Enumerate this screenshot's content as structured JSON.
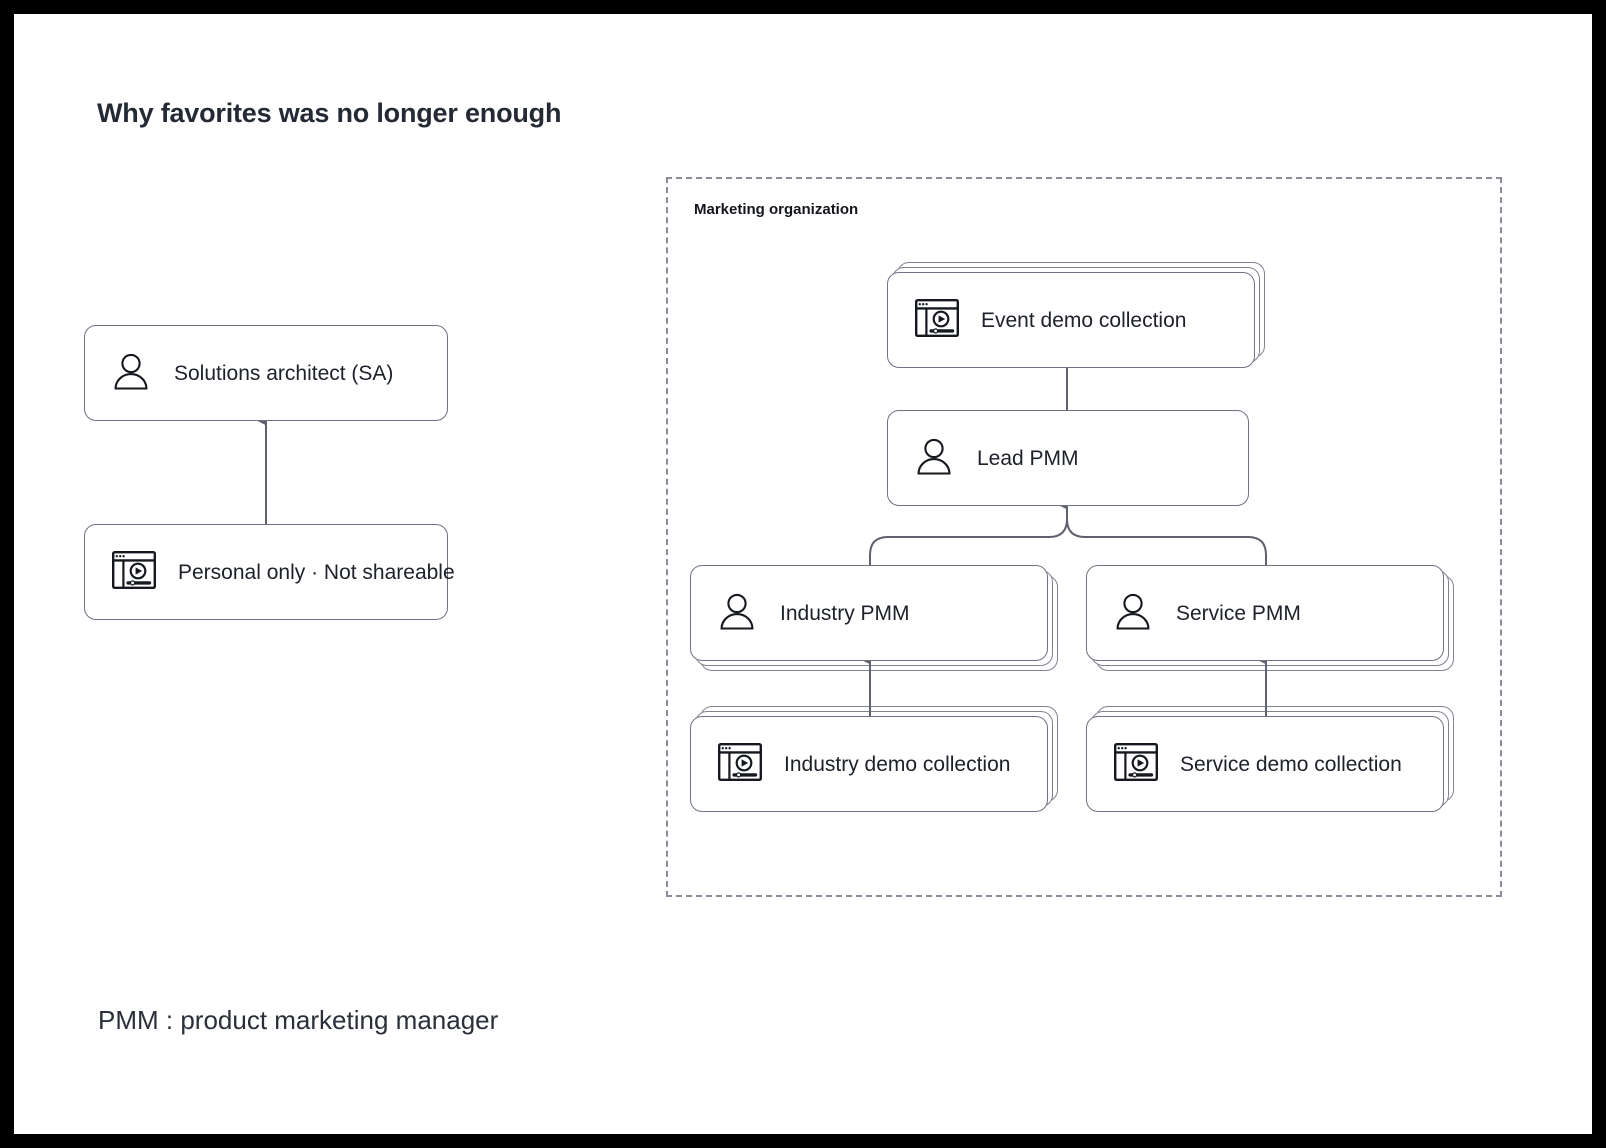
{
  "page": {
    "title": "Why favorites was no longer enough",
    "footer_legend": "PMM : product marketing manager",
    "background_color": "#ffffff",
    "frame_color": "#000000",
    "text_color": "#1d2129",
    "node_border_color": "#6f7280",
    "connector_color": "#5f626e",
    "group_border_color": "#8a8d99"
  },
  "left_column": {
    "nodes": [
      {
        "id": "solutions-architect",
        "label": "Solutions architect (SA)",
        "icon": "person-icon"
      },
      {
        "id": "personal-only",
        "label": "Personal only · Not shareable",
        "icon": "demo-collection-icon"
      }
    ],
    "connector": {
      "from": "personal-only",
      "to": "solutions-architect",
      "arrow": "up"
    }
  },
  "org_group": {
    "label": "Marketing organization",
    "border_style": "dashed",
    "nodes": [
      {
        "id": "event-demo-collection",
        "label": "Event demo collection",
        "icon": "demo-collection-icon",
        "stacked": true,
        "stack_count": 3,
        "stack_direction": "up-right"
      },
      {
        "id": "lead-pmm",
        "label": "Lead PMM",
        "icon": "person-icon",
        "stacked": false
      },
      {
        "id": "industry-pmm",
        "label": "Industry PMM",
        "icon": "person-icon",
        "stacked": true,
        "stack_count": 3,
        "stack_direction": "down-right"
      },
      {
        "id": "service-pmm",
        "label": "Service PMM",
        "icon": "person-icon",
        "stacked": true,
        "stack_count": 3,
        "stack_direction": "down-right"
      },
      {
        "id": "industry-demo-collection",
        "label": "Industry demo collection",
        "icon": "demo-collection-icon",
        "stacked": true,
        "stack_count": 3,
        "stack_direction": "up-right"
      },
      {
        "id": "service-demo-collection",
        "label": "Service demo collection",
        "icon": "demo-collection-icon",
        "stacked": true,
        "stack_count": 3,
        "stack_direction": "up-right"
      }
    ],
    "connectors": [
      {
        "from": "lead-pmm",
        "to": "event-demo-collection",
        "arrow": "up"
      },
      {
        "from": "industry-pmm",
        "to": "lead-pmm",
        "arrow": "up",
        "style": "curved-merge"
      },
      {
        "from": "service-pmm",
        "to": "lead-pmm",
        "arrow": "up",
        "style": "curved-merge"
      },
      {
        "from": "industry-demo-collection",
        "to": "industry-pmm",
        "arrow": "up"
      },
      {
        "from": "service-demo-collection",
        "to": "service-pmm",
        "arrow": "up"
      }
    ]
  }
}
